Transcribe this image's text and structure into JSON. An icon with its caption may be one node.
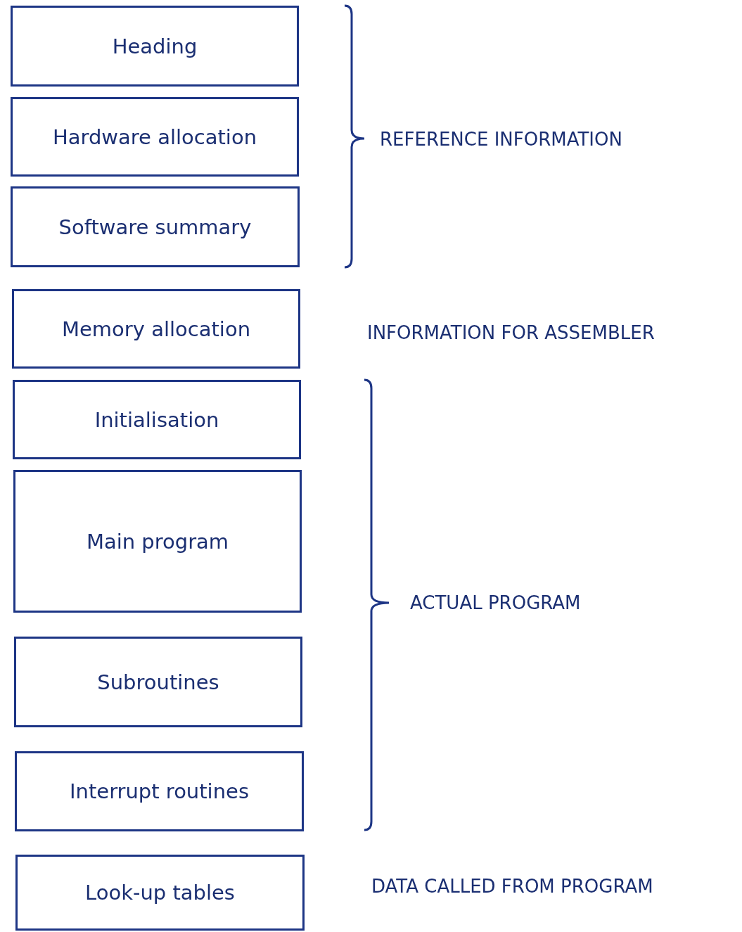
{
  "diagram": {
    "nodes": [
      {
        "text": [
          "Heading"
        ]
      },
      {
        "text": [
          "Hardware allocation"
        ]
      },
      {
        "text": [
          "Software summary"
        ]
      },
      {
        "text": [
          "Memory allocation"
        ]
      },
      {
        "text": [
          "Initialisation"
        ]
      },
      {
        "text": [
          "Main program"
        ]
      },
      {
        "text": [
          "Subroutines"
        ]
      },
      {
        "text": [
          "Interrupt routines"
        ]
      },
      {
        "text": [
          "Look-up tables"
        ]
      }
    ],
    "labels": [
      "REFERENCE INFORMATION",
      "INFORMATION FOR ASSEMBLER",
      "ACTUAL PROGRAM",
      "DATA CALLED FROM PROGRAM"
    ]
  }
}
